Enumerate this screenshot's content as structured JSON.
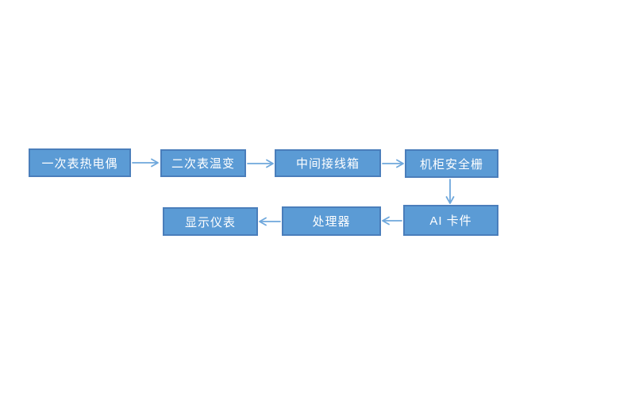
{
  "diagram": {
    "type": "flowchart",
    "background_color": "#ffffff",
    "node_fill_color": "#5b9bd5",
    "node_border_color": "#4a7ebb",
    "arrow_color": "#6fa8dc",
    "text_color": "#ffffff",
    "nodes": [
      {
        "id": "primary-thermocouple",
        "label": "一次表热电偶",
        "row": 1
      },
      {
        "id": "secondary-temperature-transmitter",
        "label": "二次表温变",
        "row": 1
      },
      {
        "id": "intermediate-junction-box",
        "label": "中间接线箱",
        "row": 1
      },
      {
        "id": "cabinet-safety-barrier",
        "label": "机柜安全栅",
        "row": 1
      },
      {
        "id": "ai-card",
        "label": "AI 卡件",
        "row": 2
      },
      {
        "id": "processor",
        "label": "处理器",
        "row": 2
      },
      {
        "id": "display-instrument",
        "label": "显示仪表",
        "row": 2
      }
    ],
    "edges": [
      {
        "from": "primary-thermocouple",
        "to": "secondary-temperature-transmitter",
        "direction": "right"
      },
      {
        "from": "secondary-temperature-transmitter",
        "to": "intermediate-junction-box",
        "direction": "right"
      },
      {
        "from": "intermediate-junction-box",
        "to": "cabinet-safety-barrier",
        "direction": "right"
      },
      {
        "from": "cabinet-safety-barrier",
        "to": "ai-card",
        "direction": "down"
      },
      {
        "from": "ai-card",
        "to": "processor",
        "direction": "left"
      },
      {
        "from": "processor",
        "to": "display-instrument",
        "direction": "left"
      }
    ]
  }
}
